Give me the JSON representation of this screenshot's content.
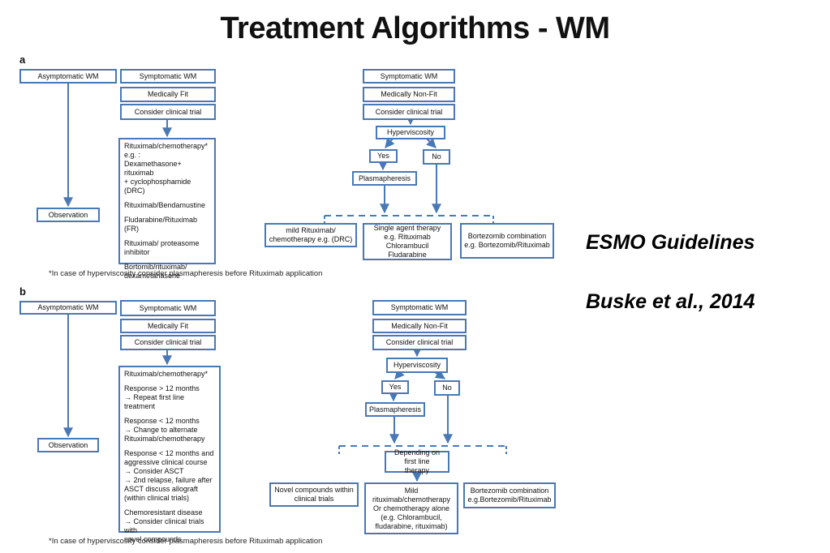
{
  "title": "Treatment Algorithms - WM",
  "side_notes": [
    "ESMO Guidelines",
    "Buske et al., 2014"
  ],
  "colors": {
    "box_border": "#4a78b5",
    "arrow": "#4a78b5"
  },
  "panel_a": {
    "letter": "a",
    "asymptomatic": "Asymptomatic WM",
    "observation": "Observation",
    "fit_branch": {
      "symptomatic": "Symptomatic WM",
      "fitness": "Medically Fit",
      "trial": "Consider clinical trial",
      "options": [
        "Rituximab/chemotherapy*\ne.g. :\nDexamethasone+ rituximab\n+ cyclophosphamide (DRC)",
        "Rituximab/Bendamustine",
        "Fludarabine/Rituximab (FR)",
        "Rituximab/ proteasome\ninhibitor",
        "Bortomib/rituximab/\ndexametahasone"
      ]
    },
    "nonfit_branch": {
      "symptomatic": "Symptomatic WM",
      "fitness": "Medically Non-Fit",
      "trial": "Consider clinical trial",
      "hyperviscosity": "Hyperviscosity",
      "yes": "Yes",
      "no": "No",
      "plasmapheresis": "Plasmapheresis",
      "outcomes": [
        "mild Rituximab/\nchemotherapy e.g. (DRC)",
        "Single agent therapy\ne.g. Rituximab\nChlorambucil\nFludarabine",
        "Bortezomib combination\ne.g. Bortezomib/Rituximab"
      ]
    },
    "footnote": "*In case of hyperviscosity consider plasmapheresis before Rituximab application"
  },
  "panel_b": {
    "letter": "b",
    "asymptomatic": "Asymptomatic WM",
    "observation": "Observation",
    "fit_branch": {
      "symptomatic": "Symptomatic WM",
      "fitness": "Medically Fit",
      "trial": "Consider clinical trial",
      "options": [
        "Rituximab/chemotherapy*",
        "Response > 12 months\n→ Repeat first line treatment",
        "Response < 12 months\n→ Change to alternate\nRituximab/chemotherapy",
        "Response < 12 months and\naggressive clinical course\n→ Consider ASCT\n→ 2nd relapse, failure after\nASCT discuss allograft\n(within clinical trials)",
        "Chemoresistant disease\n→ Consider clinical trials with\nnovel compounds"
      ]
    },
    "nonfit_branch": {
      "symptomatic": "Symptomatic WM",
      "fitness": "Medically Non-Fit",
      "trial": "Consider clinical trial",
      "hyperviscosity": "Hyperviscosity",
      "yes": "Yes",
      "no": "No",
      "plasmapheresis": "Plasmapheresis",
      "depending": "Depending on first line\ntherapy",
      "outcomes": [
        "Novel compounds within\nclinical trials",
        "Mild\nrituximab/chemotherapy\nOr chemotherapy alone\n(e.g. Chlorambucil,\nfludarabine, rituximab)",
        "Bortezomib combination\ne.g.Bortezomib/Rituximab"
      ]
    },
    "footnote": "*In case of hyperviscosity consider plasmapheresis before Rituximab application"
  }
}
